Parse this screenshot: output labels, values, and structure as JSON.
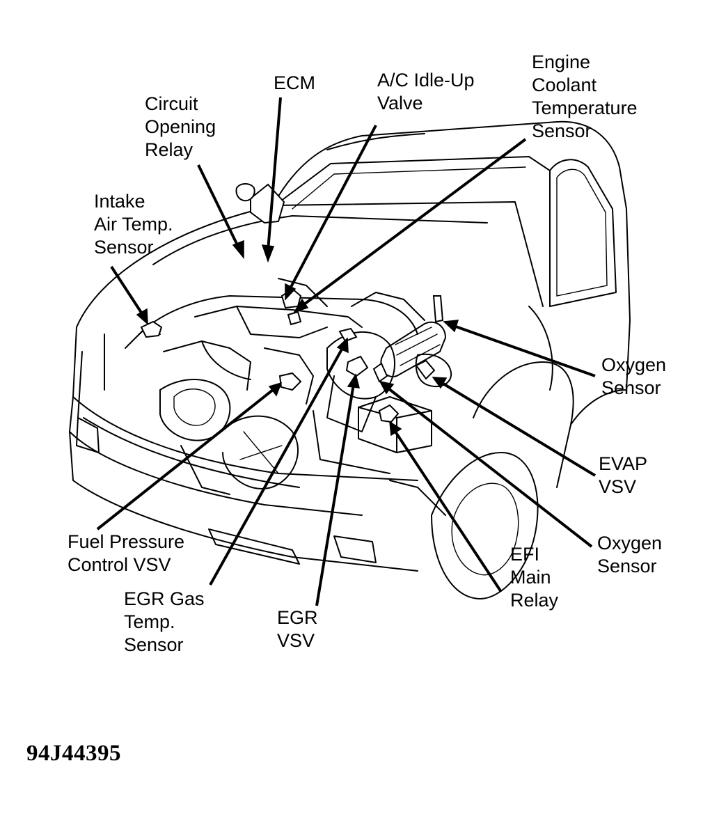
{
  "labels": {
    "ecm": "ECM",
    "circuit_opening_relay": [
      "Circuit",
      "Opening",
      "Relay"
    ],
    "ac_idle_up_valve": [
      "A/C Idle-Up",
      "Valve"
    ],
    "engine_coolant_temp_sensor": [
      "Engine",
      "Coolant",
      "Temperature",
      "Sensor"
    ],
    "intake_air_temp_sensor": [
      "Intake",
      "Air Temp.",
      "Sensor"
    ],
    "oxygen_sensor_upper": [
      "Oxygen",
      "Sensor"
    ],
    "evap_vsv": [
      "EVAP",
      "VSV"
    ],
    "oxygen_sensor_lower": [
      "Oxygen",
      "Sensor"
    ],
    "efi_main_relay": [
      "EFI",
      "Main",
      "Relay"
    ],
    "fuel_pressure_control_vsv": [
      "Fuel Pressure",
      "Control VSV"
    ],
    "egr_gas_temp_sensor": [
      "EGR Gas",
      "Temp.",
      "Sensor"
    ],
    "egr_vsv": [
      "EGR",
      "VSV"
    ]
  },
  "figure_id": "94J44395"
}
